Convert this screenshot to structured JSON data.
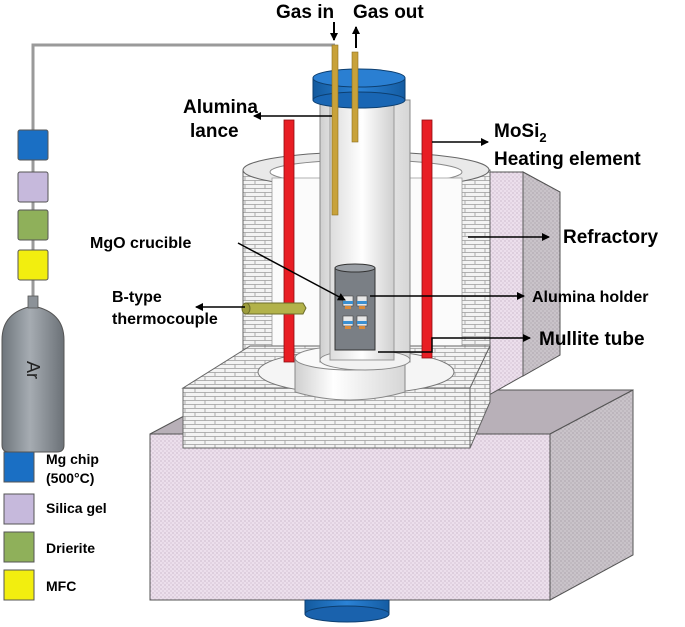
{
  "labels": {
    "gas_in": "Gas in",
    "gas_out": "Gas out",
    "alumina_lance_1": "Alumina",
    "alumina_lance_2": "lance",
    "mosi2_main": "MoSi",
    "mosi2_sub": "2",
    "heating_element": "Heating element",
    "refractory": "Refractory",
    "mgo_crucible": "MgO crucible",
    "alumina_holder": "Alumina holder",
    "b_type_1": "B-type",
    "b_type_2": "thermocouple",
    "mullite_tube": "Mullite tube",
    "ar": "Ar"
  },
  "legend": [
    {
      "lines": [
        "Mg chip",
        "(500°C)"
      ],
      "color": "#1a6fc4"
    },
    {
      "lines": [
        "Silica gel"
      ],
      "color": "#c6b9dc"
    },
    {
      "lines": [
        "Drierite"
      ],
      "color": "#8fb05a"
    },
    {
      "lines": [
        "MFC"
      ],
      "color": "#f2ee0f"
    }
  ],
  "train_colors": [
    "#1a6fc4",
    "#c6b9dc",
    "#8fb05a",
    "#f2ee0f"
  ],
  "colors": {
    "cap_blue": "#1f6fc8",
    "heater_red": "#e81e24",
    "lance_gold": "#c8a23a",
    "thermocouple_olive": "#b2b24a",
    "cylinder_gray": "#8a8f95"
  }
}
